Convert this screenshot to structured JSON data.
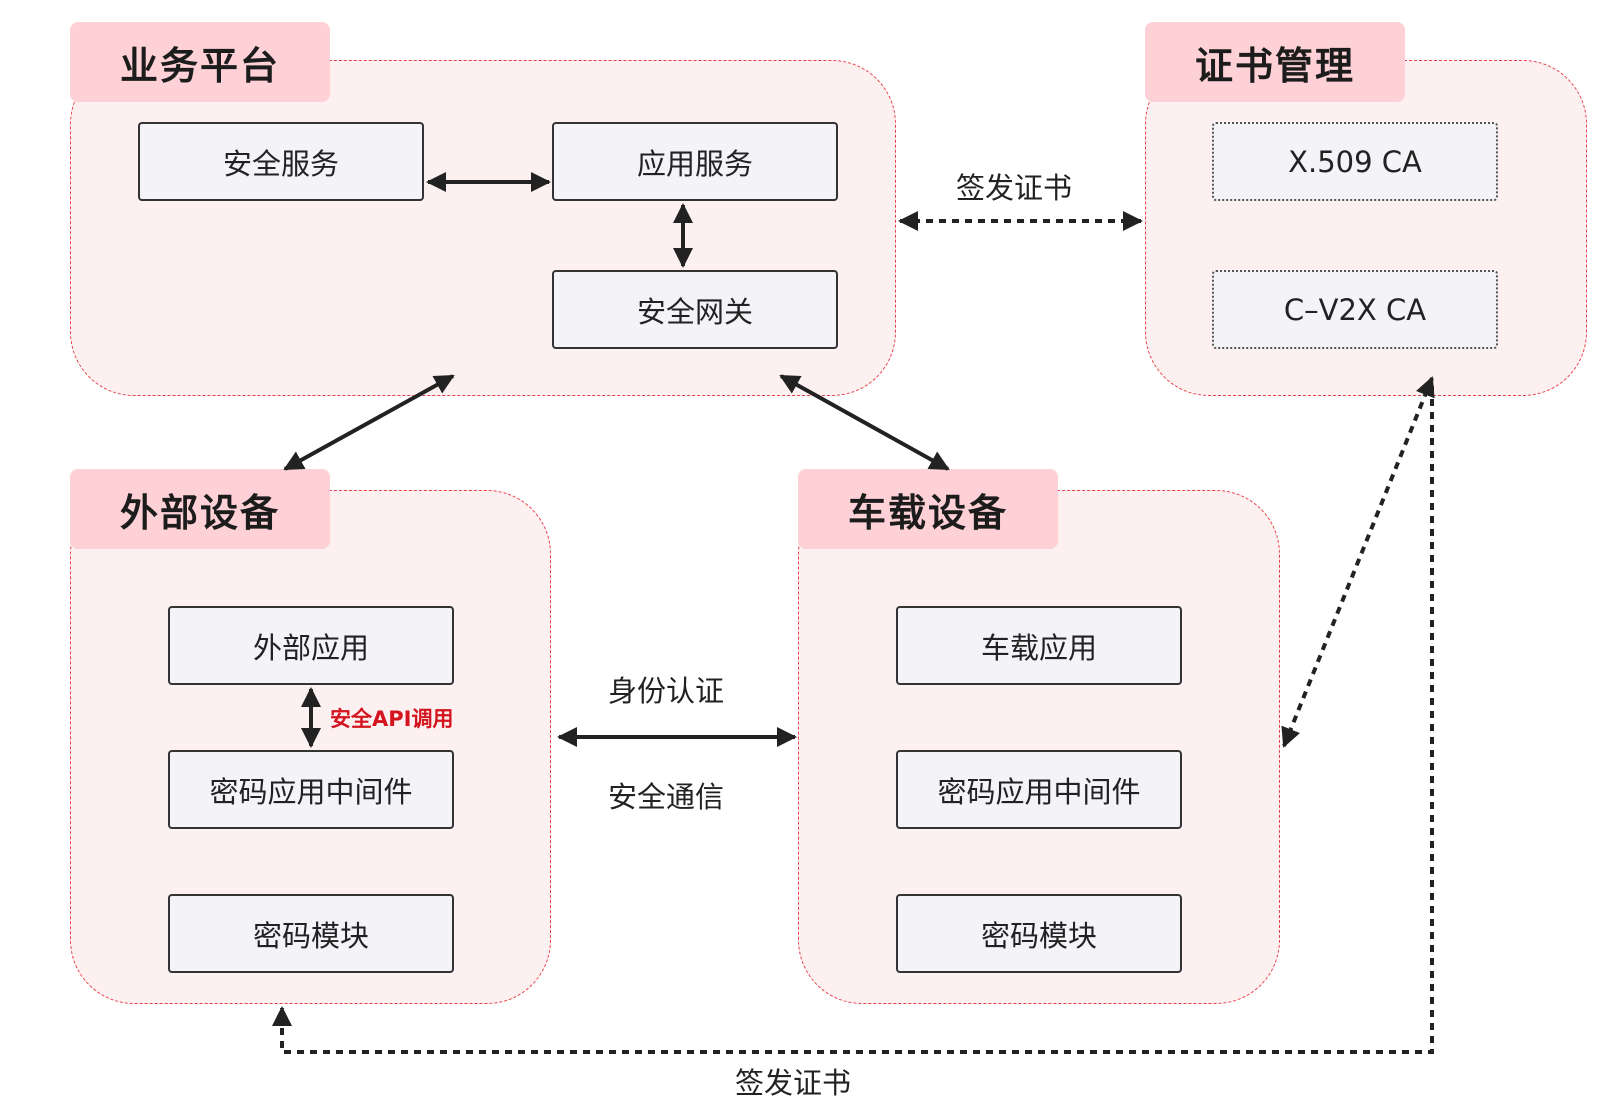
{
  "regions": {
    "business": {
      "title": "业务平台",
      "security_service": "安全服务",
      "app_service": "应用服务",
      "security_gateway": "安全网关"
    },
    "cert": {
      "title": "证书管理",
      "x509_ca": "X.509 CA",
      "cv2x_ca": "C–V2X CA"
    },
    "external": {
      "title": "外部设备",
      "app": "外部应用",
      "api_label": "安全API调用",
      "middleware": "密码应用中间件",
      "crypto_module": "密码模块"
    },
    "vehicle": {
      "title": "车载设备",
      "app": "车载应用",
      "middleware": "密码应用中间件",
      "crypto_module": "密码模块"
    }
  },
  "edges": {
    "issue_cert_top": "签发证书",
    "identity_auth": "身份认证",
    "secure_comm": "安全通信",
    "issue_cert_bottom": "签发证书"
  },
  "colors": {
    "region_fill": "#fdf0f1",
    "region_border": "#e8404a",
    "title_fill": "#fdd1d5",
    "node_fill": "#f3f3f8",
    "api_label": "#d4141e"
  }
}
